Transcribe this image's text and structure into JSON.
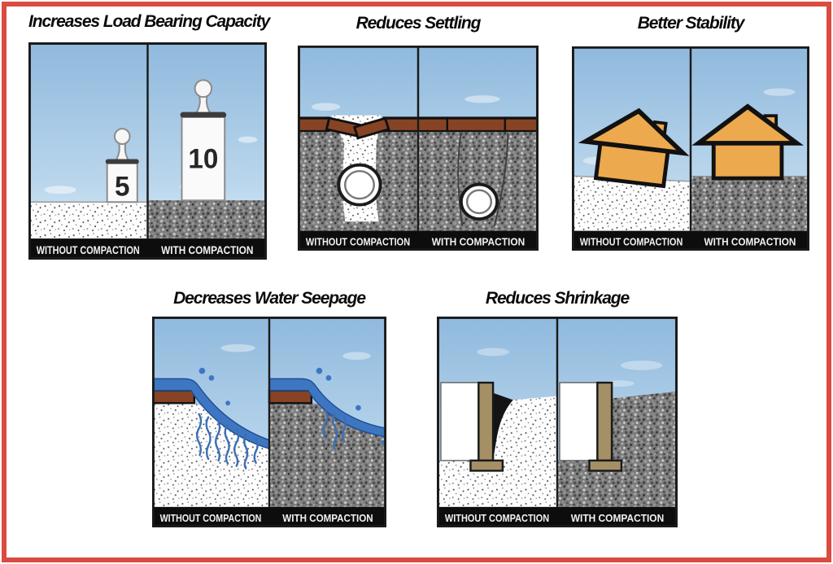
{
  "figure_type": "soil-compaction-benefits-diagram",
  "colors": {
    "frame_red": "#DC4B41",
    "sky_top": "#8FB9DD",
    "sky_bottom": "#D8E9F5",
    "gravel_gray": "#7D7D7D",
    "uncompacted_soil_white": "#FDFDFD",
    "brick_brown": "#874425",
    "house_orange": "#EDA94E",
    "water_blue": "#3E76C2",
    "foundation_tan": "#A59066",
    "caption_bar_black": "#0D0D0D",
    "caption_text_white": "#F2F2F2"
  },
  "panels": [
    {
      "title": "Increases Load Bearing Capacity",
      "left_label": "WITHOUT COMPACTION",
      "right_label": "WITH COMPACTION",
      "left_weight": "5",
      "right_weight": "10"
    },
    {
      "title": "Reduces Settling",
      "left_label": "WITHOUT COMPACTION",
      "right_label": "WITH COMPACTION"
    },
    {
      "title": "Better Stability",
      "left_label": "WITHOUT COMPACTION",
      "right_label": "WITH COMPACTION"
    },
    {
      "title": "Decreases Water Seepage",
      "left_label": "WITHOUT COMPACTION",
      "right_label": "WITH COMPACTION"
    },
    {
      "title": "Reduces Shrinkage",
      "left_label": "WITHOUT COMPACTION",
      "right_label": "WITH COMPACTION"
    }
  ]
}
